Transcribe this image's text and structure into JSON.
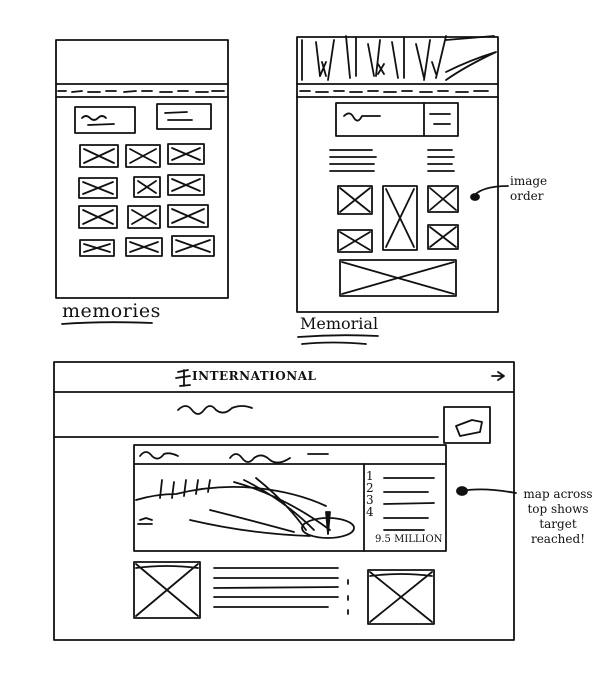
{
  "labels": {
    "memories": "memories",
    "memorial": "Memorial"
  },
  "notes": {
    "image_order": [
      "image",
      "order"
    ],
    "map_note": [
      "map across",
      "top shows",
      "target",
      "reached!"
    ]
  },
  "wireframe_international": {
    "brand": "INTERNATIONAL",
    "list_numbers": [
      "1",
      "2",
      "3",
      "4"
    ],
    "target_figure": "9.5 MILLION"
  }
}
